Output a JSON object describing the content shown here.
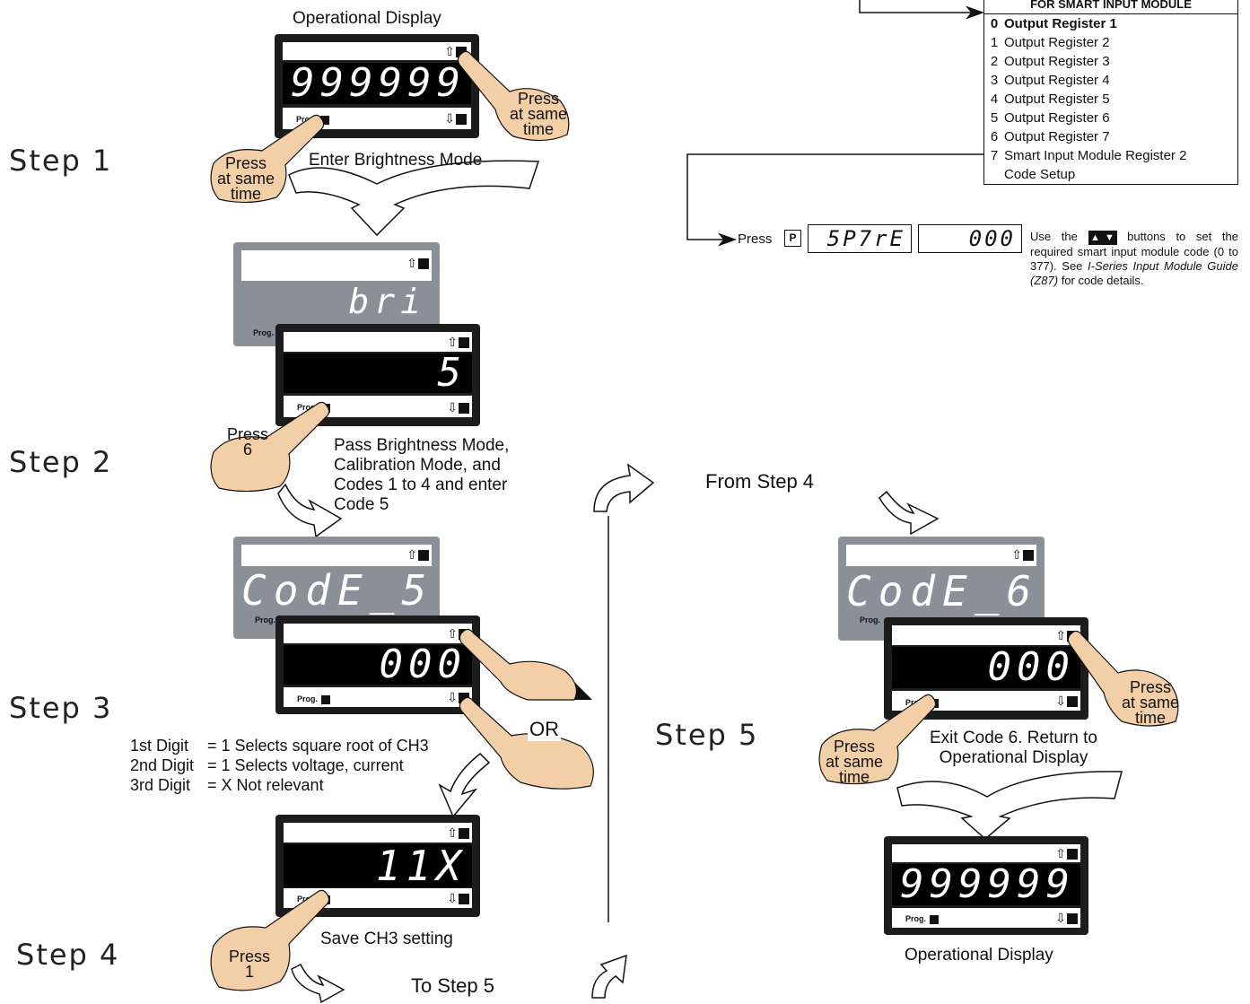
{
  "steps": {
    "s1": "Step 1",
    "s2": "Step 2",
    "s3": "Step 3",
    "s4": "Step 4",
    "s5": "Step 5"
  },
  "labels": {
    "operational_display_top": "Operational Display",
    "enter_brightness": "Enter Brightness Mode",
    "pass_brightness_l1": "Pass Brightness Mode,",
    "pass_brightness_l2": "Calibration Mode, and",
    "pass_brightness_l3": "Codes 1 to 4 and enter",
    "pass_brightness_l4": "Code 5",
    "digit1_a": "1st Digit",
    "digit1_b": "= 1 Selects square root of CH3",
    "digit2_a": "2nd Digit",
    "digit2_b": "= 1 Selects voltage, current",
    "digit3_a": "3rd Digit",
    "digit3_b": "= X Not relevant",
    "or": "OR",
    "save_ch3": "Save CH3 setting",
    "to_step5": "To Step 5",
    "from_step4": "From Step 4",
    "exit_code6_l1": "Exit Code 6. Return to",
    "exit_code6_l2": "Operational Display",
    "operational_display_bottom": "Operational Display",
    "press": "Press",
    "press_same_time_1": "Press",
    "press_same_time_2": "at same",
    "press_same_time_3": "time",
    "press_6": "6",
    "press_1": "1",
    "prog": "Prog."
  },
  "displays": {
    "op_top": "999999",
    "bri": "bri",
    "bri_value": "5",
    "code5": "CodE_5",
    "code5_value": "000",
    "result": "11X",
    "code6": "CodE_6",
    "code6_value": "000",
    "op_bottom": "999999"
  },
  "code_table": {
    "header": "FOR SMART INPUT MODULE",
    "rows": [
      {
        "n": "0",
        "label": "Output Register 1"
      },
      {
        "n": "1",
        "label": "Output Register 2"
      },
      {
        "n": "2",
        "label": "Output Register 3"
      },
      {
        "n": "3",
        "label": "Output Register 4"
      },
      {
        "n": "4",
        "label": "Output Register 5"
      },
      {
        "n": "5",
        "label": "Output Register 6"
      },
      {
        "n": "6",
        "label": "Output Register 7"
      },
      {
        "n": "7",
        "label": "Smart Input Module Register 2"
      },
      {
        "n": "",
        "label": "Code Setup"
      }
    ]
  },
  "smart_setup": {
    "press": "Press",
    "key": "P",
    "lcd_label": "5P7rE",
    "lcd_value": "000",
    "note_1": "Use the",
    "note_2": "buttons to set the required smart input module code (0 to 377). See",
    "note_italic": "I-Series Input Module Guide (Z87)",
    "note_3": "for code details."
  },
  "colors": {
    "panel_dark": "#1c1c1c",
    "panel_grey": "#8a8f98",
    "hand_skin": "#f3cfa8"
  }
}
